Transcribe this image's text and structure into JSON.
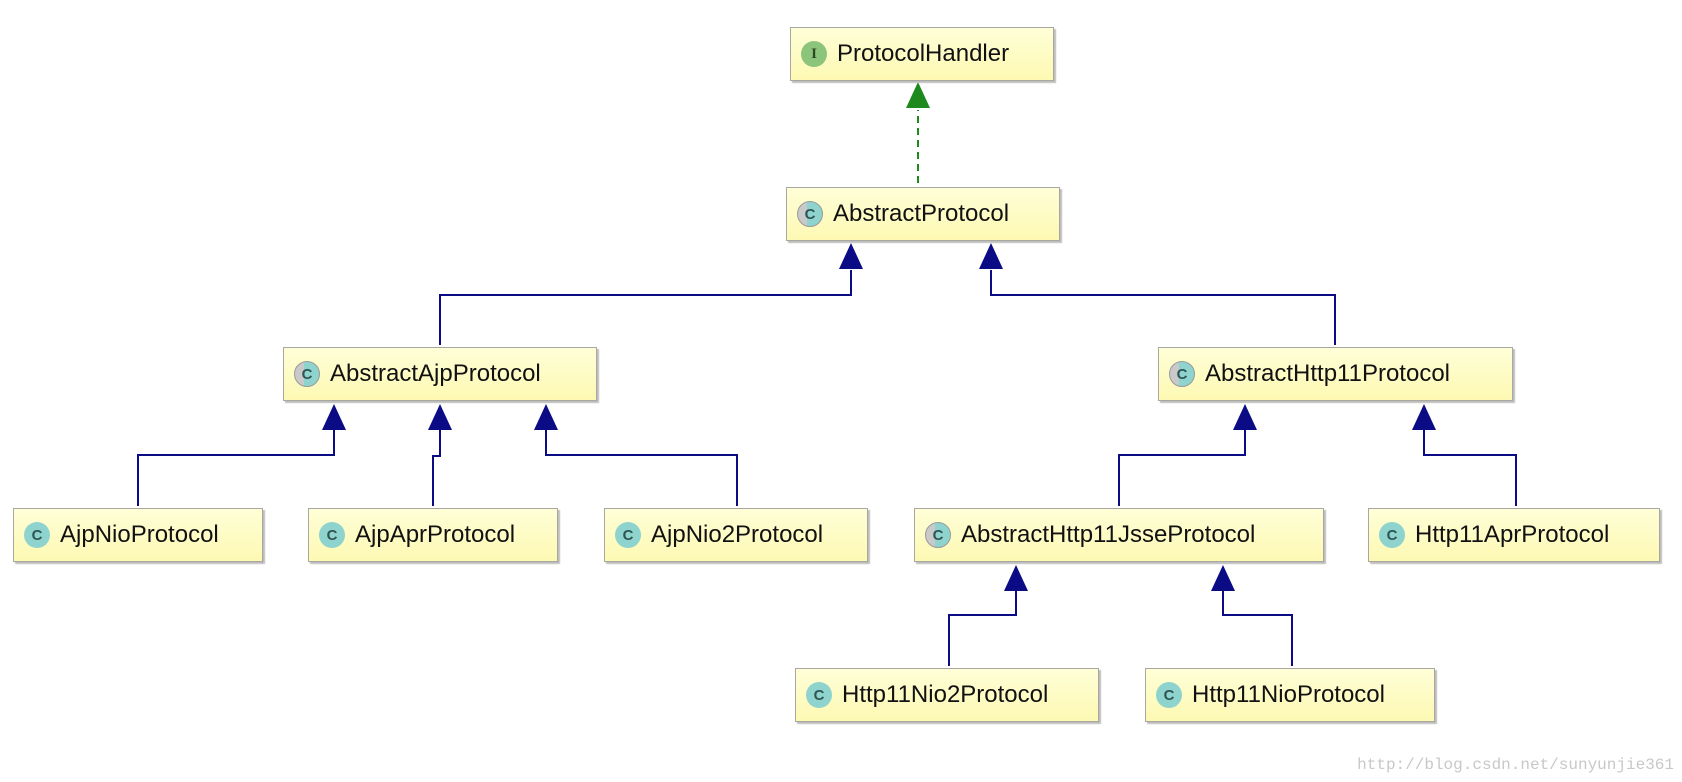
{
  "diagram": {
    "nodes": [
      {
        "id": "protocol-handler",
        "label": "ProtocolHandler",
        "kind": "interface",
        "badge": "I"
      },
      {
        "id": "abstract-protocol",
        "label": "AbstractProtocol",
        "kind": "abstract",
        "badge": "C"
      },
      {
        "id": "abstract-ajp-protocol",
        "label": "AbstractAjpProtocol",
        "kind": "abstract",
        "badge": "C"
      },
      {
        "id": "abstract-http11-protocol",
        "label": "AbstractHttp11Protocol",
        "kind": "abstract",
        "badge": "C"
      },
      {
        "id": "ajp-nio-protocol",
        "label": "AjpNioProtocol",
        "kind": "class",
        "badge": "C"
      },
      {
        "id": "ajp-apr-protocol",
        "label": "AjpAprProtocol",
        "kind": "class",
        "badge": "C"
      },
      {
        "id": "ajp-nio2-protocol",
        "label": "AjpNio2Protocol",
        "kind": "class",
        "badge": "C"
      },
      {
        "id": "abstract-http11-jsse-protocol",
        "label": "AbstractHttp11JsseProtocol",
        "kind": "abstract",
        "badge": "C"
      },
      {
        "id": "http11-apr-protocol",
        "label": "Http11AprProtocol",
        "kind": "class",
        "badge": "C"
      },
      {
        "id": "http11-nio2-protocol",
        "label": "Http11Nio2Protocol",
        "kind": "class",
        "badge": "C"
      },
      {
        "id": "http11-nio-protocol",
        "label": "Http11NioProtocol",
        "kind": "class",
        "badge": "C"
      }
    ],
    "edges": [
      {
        "from": "abstract-protocol",
        "to": "protocol-handler",
        "type": "implements"
      },
      {
        "from": "abstract-ajp-protocol",
        "to": "abstract-protocol",
        "type": "extends"
      },
      {
        "from": "abstract-http11-protocol",
        "to": "abstract-protocol",
        "type": "extends"
      },
      {
        "from": "ajp-nio-protocol",
        "to": "abstract-ajp-protocol",
        "type": "extends"
      },
      {
        "from": "ajp-apr-protocol",
        "to": "abstract-ajp-protocol",
        "type": "extends"
      },
      {
        "from": "ajp-nio2-protocol",
        "to": "abstract-ajp-protocol",
        "type": "extends"
      },
      {
        "from": "abstract-http11-jsse-protocol",
        "to": "abstract-http11-protocol",
        "type": "extends"
      },
      {
        "from": "http11-apr-protocol",
        "to": "abstract-http11-protocol",
        "type": "extends"
      },
      {
        "from": "http11-nio2-protocol",
        "to": "abstract-http11-jsse-protocol",
        "type": "extends"
      },
      {
        "from": "http11-nio-protocol",
        "to": "abstract-http11-jsse-protocol",
        "type": "extends"
      }
    ],
    "colors": {
      "extends": "#0b0b86",
      "implements": "#1e8a1e"
    }
  },
  "watermark": "http://blog.csdn.net/sunyunjie361"
}
